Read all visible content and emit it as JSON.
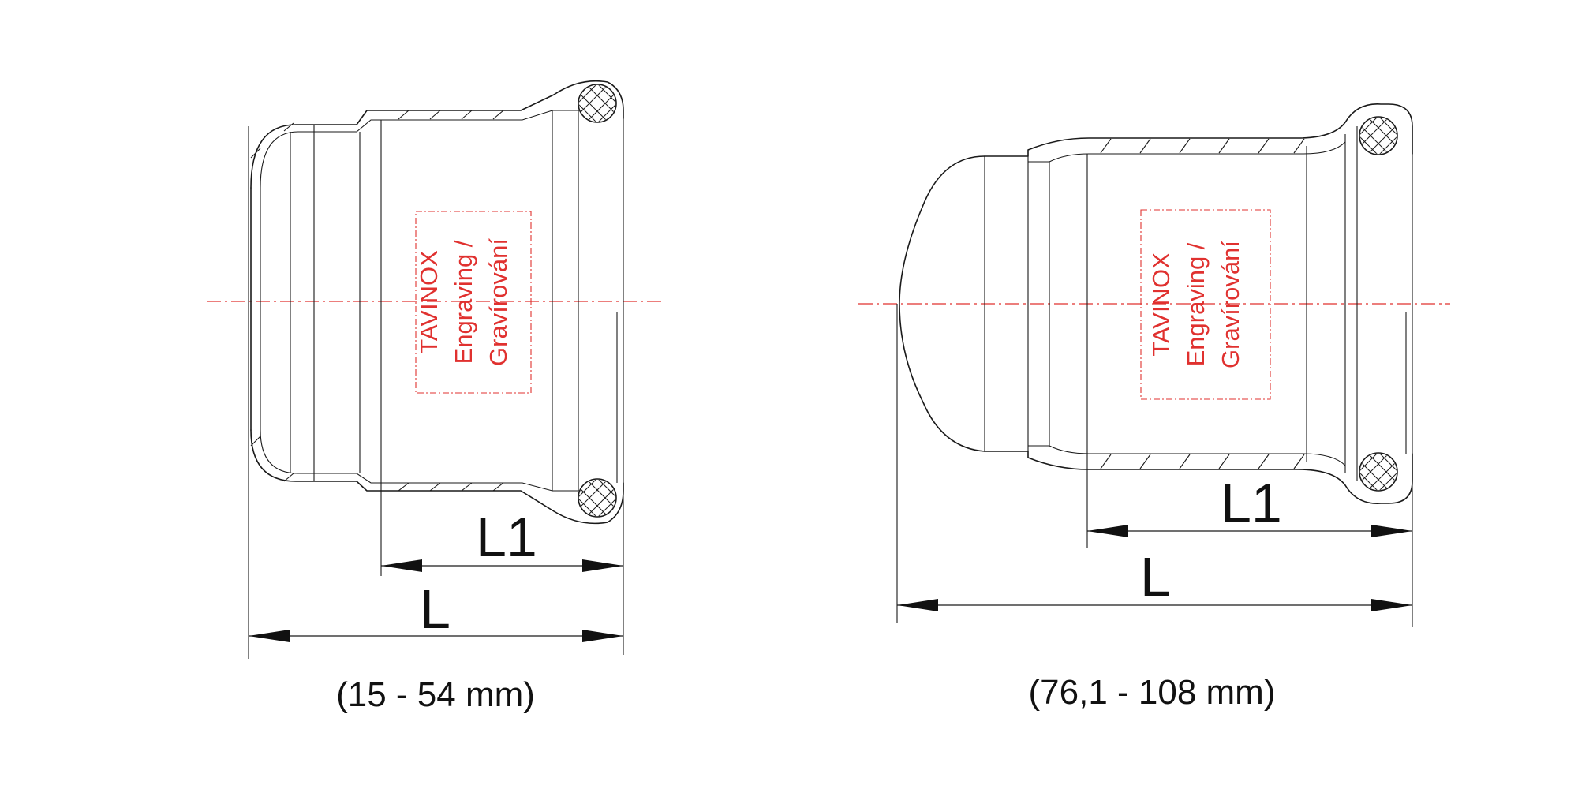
{
  "colors": {
    "line": "#1a1a1a",
    "accent_red": "#e0312f"
  },
  "views": [
    {
      "caption": "(15 - 54 mm)",
      "dim_L1": "L1",
      "dim_L": "L",
      "engraving": {
        "line1": "TAVINOX",
        "line2": "Engraving /",
        "line3": "Gravírování"
      }
    },
    {
      "caption": "(76,1 - 108 mm)",
      "dim_L1": "L1",
      "dim_L": "L",
      "engraving": {
        "line1": "TAVINOX",
        "line2": "Engraving /",
        "line3": "Gravírování"
      }
    }
  ]
}
